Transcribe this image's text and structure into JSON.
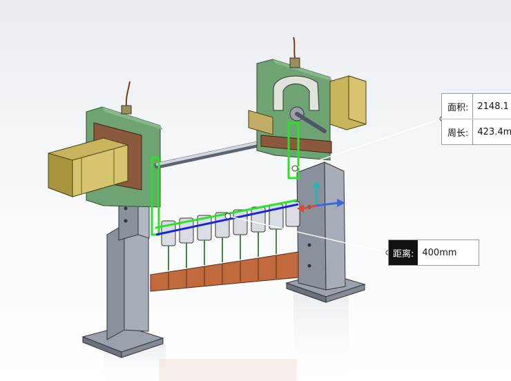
{
  "colors": {
    "plate_green": "#6fa373",
    "motor_yellow": "#c8b45c",
    "frame_grey": "#7f8794",
    "blade_orange": "#c06a3d",
    "highlight_green": "#27e427",
    "measure_blue": "#1a24d6"
  },
  "area_callout": {
    "area_label": "面积:",
    "area_value": "2148.1",
    "perimeter_label": "周长:",
    "perimeter_value": "423.4m"
  },
  "distance_callout": {
    "label": "距离:",
    "value": "400mm"
  },
  "icons": [
    "triad-icon",
    "measure-point-icon"
  ]
}
